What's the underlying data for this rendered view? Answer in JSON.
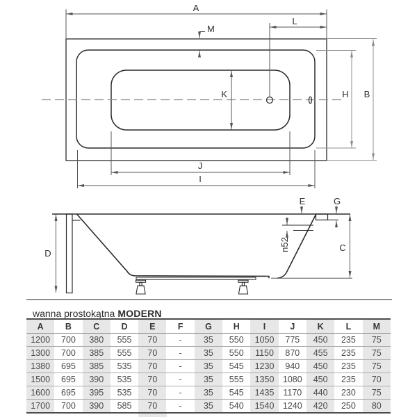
{
  "title": {
    "prefix": "wanna prostokątna",
    "product": "MODERN"
  },
  "drawing": {
    "top_view": {
      "dims": {
        "a": "A",
        "m": "M",
        "l": "L",
        "k": "K",
        "h": "H",
        "b": "B",
        "j": "J",
        "i": "I"
      }
    },
    "side_view": {
      "dims": {
        "d": "D",
        "c": "C",
        "e": "E",
        "g": "G"
      },
      "overflow_diameter": "n52"
    }
  },
  "table": {
    "headers": [
      "A",
      "B",
      "C",
      "D",
      "E",
      "F",
      "G",
      "H",
      "I",
      "J",
      "K",
      "L",
      "M"
    ],
    "rows": [
      [
        "1200",
        "700",
        "380",
        "555",
        "70",
        "-",
        "35",
        "550",
        "1050",
        "775",
        "450",
        "235",
        "75"
      ],
      [
        "1300",
        "700",
        "385",
        "555",
        "70",
        "-",
        "35",
        "550",
        "1150",
        "870",
        "455",
        "235",
        "75"
      ],
      [
        "1380",
        "695",
        "385",
        "535",
        "70",
        "-",
        "35",
        "545",
        "1230",
        "940",
        "450",
        "235",
        "75"
      ],
      [
        "1500",
        "695",
        "390",
        "535",
        "70",
        "-",
        "35",
        "555",
        "1350",
        "1080",
        "450",
        "235",
        "70"
      ],
      [
        "1600",
        "695",
        "395",
        "535",
        "70",
        "-",
        "35",
        "545",
        "1435",
        "1170",
        "440",
        "230",
        "75"
      ],
      [
        "1700",
        "700",
        "390",
        "585",
        "70",
        "-",
        "35",
        "540",
        "1540",
        "1240",
        "420",
        "250",
        "80"
      ]
    ]
  },
  "colors": {
    "object_line": "#2b2b2b",
    "dimension_line": "#555555",
    "light_dimension_line": "#8f8f8f",
    "table_shade": "#e7e7e7",
    "table_border_dark": "#4d4d4d",
    "row_separator": "#ababab",
    "text": "#2e2e2e"
  }
}
